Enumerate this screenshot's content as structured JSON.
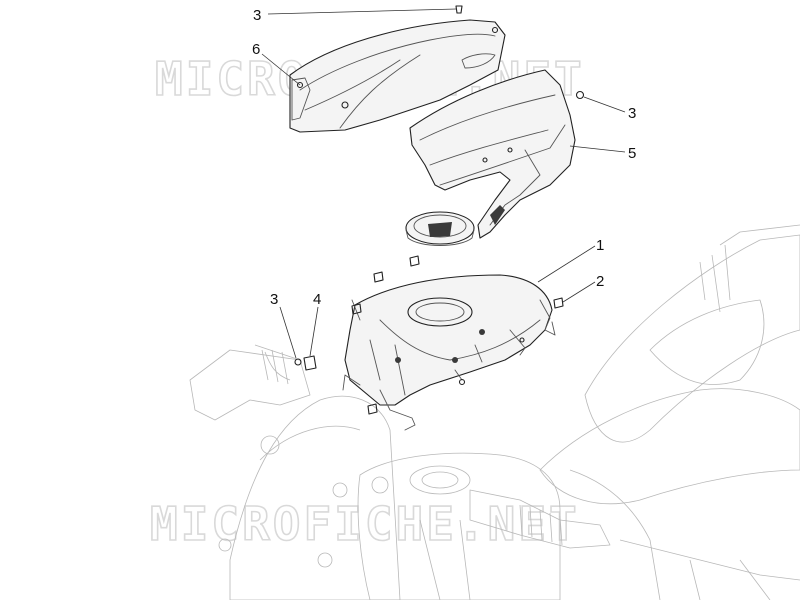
{
  "watermark": "MICROFICHE.NET",
  "callouts": [
    {
      "label": "1"
    },
    {
      "label": "2"
    },
    {
      "label": "3"
    },
    {
      "label": "3"
    },
    {
      "label": "3"
    },
    {
      "label": "4"
    },
    {
      "label": "5"
    },
    {
      "label": "6"
    }
  ]
}
